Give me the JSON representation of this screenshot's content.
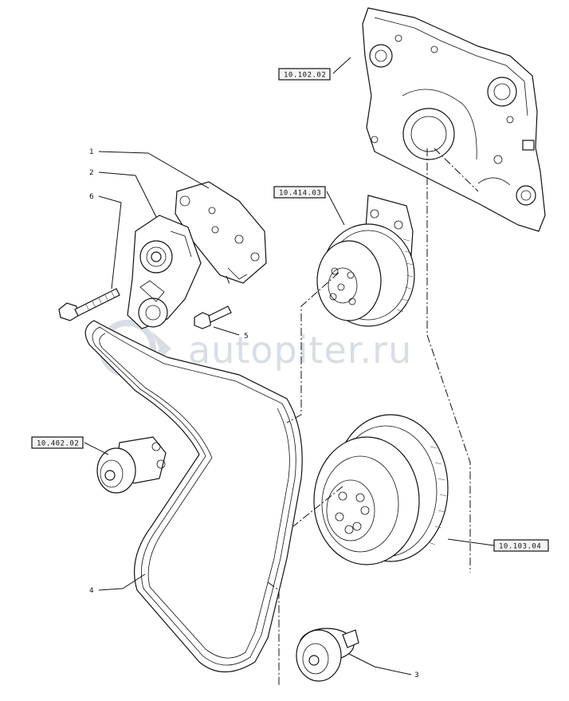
{
  "diagram": {
    "references": [
      {
        "id": "ref-10-102-02",
        "label": "10.102.02"
      },
      {
        "id": "ref-10-414-03",
        "label": "10.414.03"
      },
      {
        "id": "ref-10-402-02",
        "label": "10.402.02"
      },
      {
        "id": "ref-10-103-04",
        "label": "10.103.04"
      }
    ],
    "callouts": [
      {
        "id": "callout-1",
        "label": "1"
      },
      {
        "id": "callout-2",
        "label": "2"
      },
      {
        "id": "callout-6",
        "label": "6"
      },
      {
        "id": "callout-5",
        "label": "5"
      },
      {
        "id": "callout-4",
        "label": "4"
      },
      {
        "id": "callout-3",
        "label": "3"
      }
    ]
  },
  "watermark": {
    "text": "autopiter.ru",
    "color": "#d9dde4"
  }
}
